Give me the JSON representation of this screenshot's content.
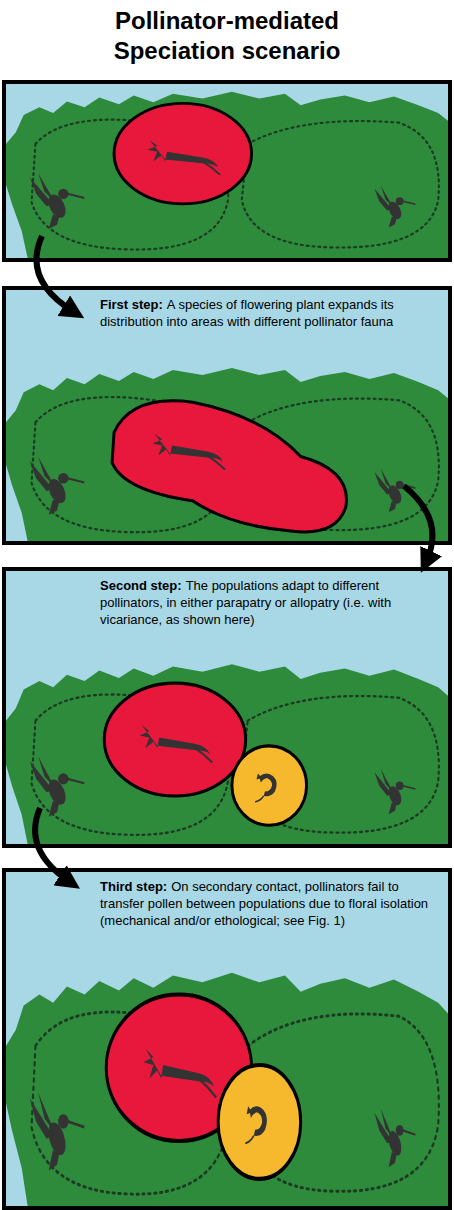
{
  "diagram": {
    "title": "Pollinator-mediated Speciation scenario",
    "labels": [
      "First step:",
      "A species of flowering plant expands its distribution into areas with different pollinator fauna",
      "Second step:",
      "The populations adapt to different pollinators, in either parapatry or allopatry (i.e. with vicariance, as shown here)",
      "Third step:",
      "On secondary contact, pollinators fail to transfer pollen between populations due to floral isolation (mechanical and/or ethological; see Fig. 1)"
    ]
  }
}
